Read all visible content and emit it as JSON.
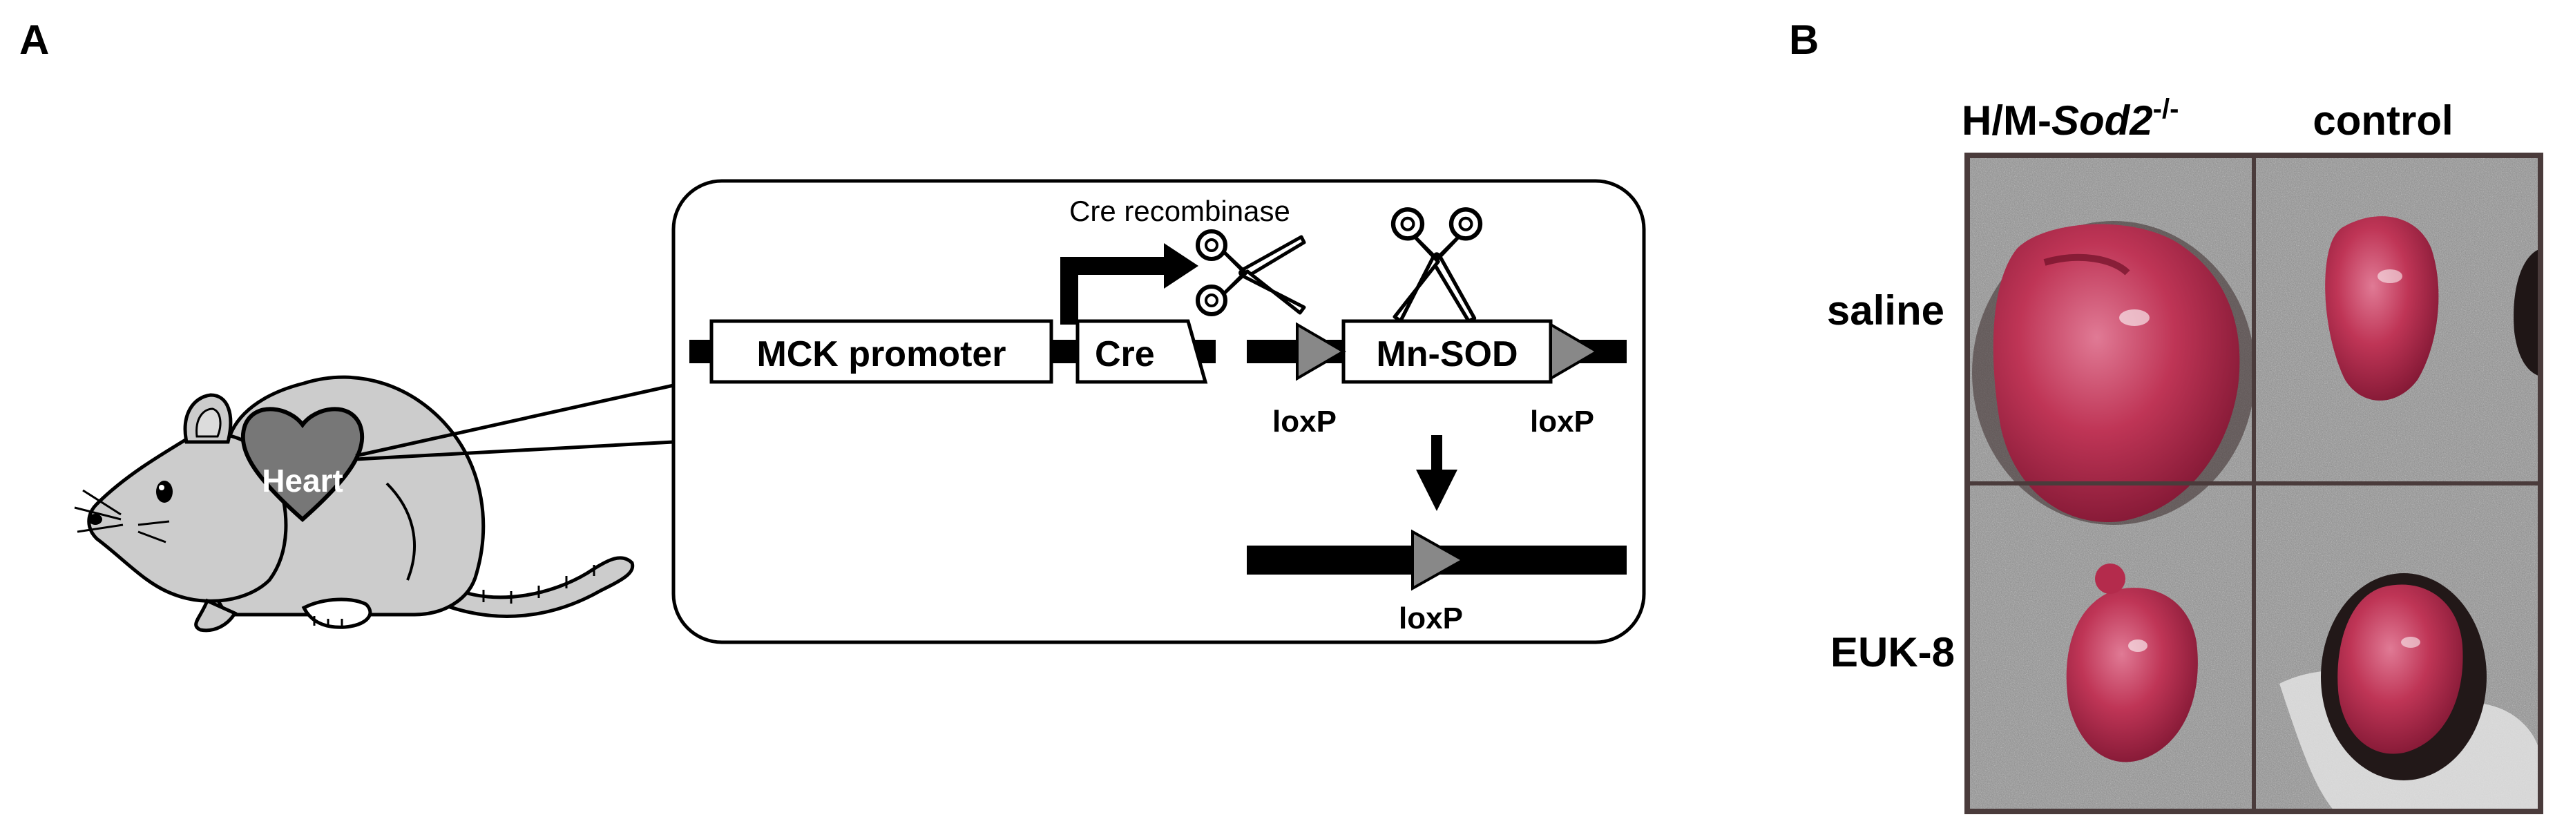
{
  "panel_a": {
    "label": "A",
    "heart_label": "Heart",
    "promoter_label": "MCK promoter",
    "cre_label": "Cre",
    "recombinase_label": "Cre recombinase",
    "gene_label": "Mn-SOD",
    "loxp_left": "loxP",
    "loxp_right": "loxP",
    "loxp_result": "loxP"
  },
  "panel_b": {
    "label": "B",
    "col_1_prefix": "H/M-",
    "col_1_gene": "Sod2",
    "col_1_sup": "-/-",
    "col_2": "control",
    "row_1": "saline",
    "row_2": "EUK-8"
  },
  "colors": {
    "mouse_fill": "#cccccc",
    "heart_fill": "#777777",
    "loxp_fill": "#888888",
    "photo_border": "#4a3b3b",
    "heart_tissue": "#b8284a"
  },
  "icons": [
    "mouse-illustration",
    "heart-icon",
    "scissors-icon",
    "arrow-right-icon",
    "arrow-down-icon"
  ]
}
